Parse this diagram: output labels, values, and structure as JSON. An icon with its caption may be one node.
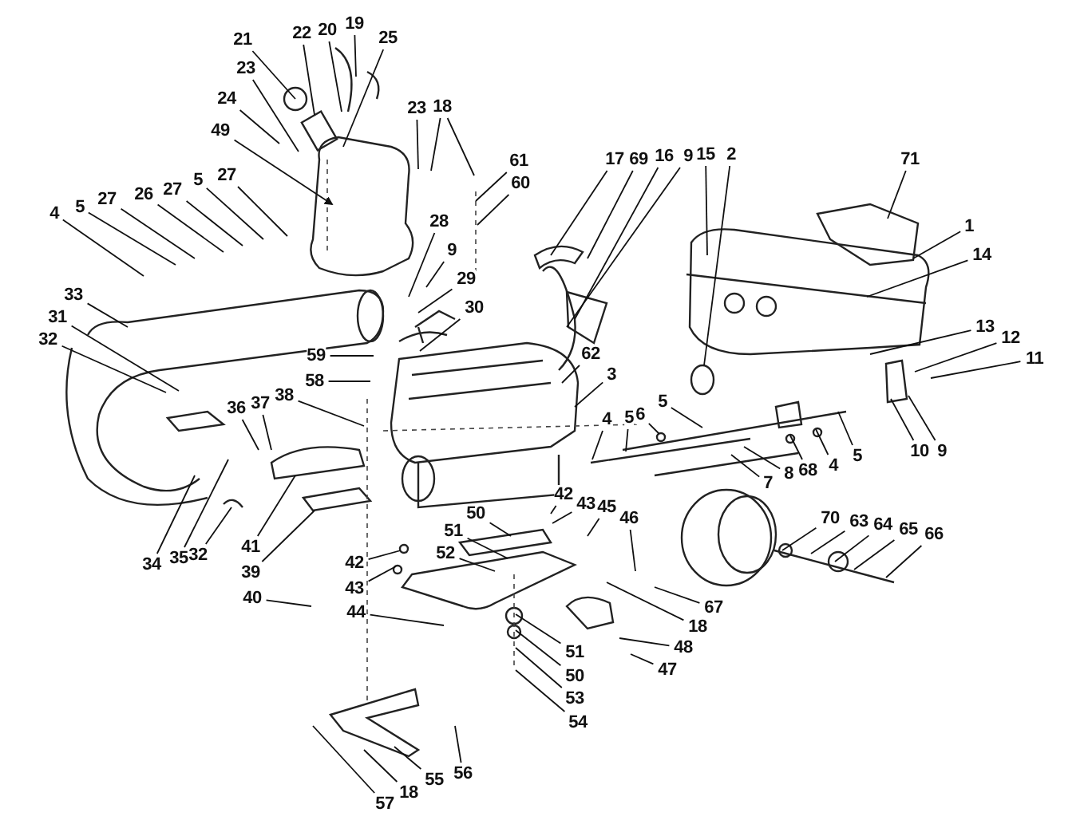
{
  "diagram": {
    "nodes": [
      {
        "text": [
          "21"
        ]
      },
      {
        "text": [
          "22"
        ]
      },
      {
        "text": [
          "20"
        ]
      },
      {
        "text": [
          "19"
        ]
      },
      {
        "text": [
          "25"
        ]
      },
      {
        "text": [
          "23"
        ]
      },
      {
        "text": [
          "23"
        ]
      },
      {
        "text": [
          "18"
        ]
      },
      {
        "text": [
          "24"
        ]
      },
      {
        "text": [
          "49"
        ]
      },
      {
        "text": [
          "61"
        ]
      },
      {
        "text": [
          "60"
        ]
      },
      {
        "text": [
          "27"
        ]
      },
      {
        "text": [
          "5"
        ]
      },
      {
        "text": [
          "27"
        ]
      },
      {
        "text": [
          "26"
        ]
      },
      {
        "text": [
          "27"
        ]
      },
      {
        "text": [
          "5"
        ]
      },
      {
        "text": [
          "4"
        ]
      },
      {
        "text": [
          "17"
        ]
      },
      {
        "text": [
          "69"
        ]
      },
      {
        "text": [
          "16"
        ]
      },
      {
        "text": [
          "9"
        ]
      },
      {
        "text": [
          "15"
        ]
      },
      {
        "text": [
          "2"
        ]
      },
      {
        "text": [
          "71"
        ]
      },
      {
        "text": [
          "28"
        ]
      },
      {
        "text": [
          "1"
        ]
      },
      {
        "text": [
          "9"
        ]
      },
      {
        "text": [
          "14"
        ]
      },
      {
        "text": [
          "29"
        ]
      },
      {
        "text": [
          "33"
        ]
      },
      {
        "text": [
          "30"
        ]
      },
      {
        "text": [
          "31"
        ]
      },
      {
        "text": [
          "13"
        ]
      },
      {
        "text": [
          "12"
        ]
      },
      {
        "text": [
          "32"
        ]
      },
      {
        "text": [
          "59"
        ]
      },
      {
        "text": [
          "62"
        ]
      },
      {
        "text": [
          "11"
        ]
      },
      {
        "text": [
          "3"
        ]
      },
      {
        "text": [
          "58"
        ]
      },
      {
        "text": [
          "38"
        ]
      },
      {
        "text": [
          "37"
        ]
      },
      {
        "text": [
          "36"
        ]
      },
      {
        "text": [
          "5"
        ]
      },
      {
        "text": [
          "6"
        ]
      },
      {
        "text": [
          "5"
        ]
      },
      {
        "text": [
          "4"
        ]
      },
      {
        "text": [
          "10"
        ]
      },
      {
        "text": [
          "9"
        ]
      },
      {
        "text": [
          "5"
        ]
      },
      {
        "text": [
          "4"
        ]
      },
      {
        "text": [
          "68"
        ]
      },
      {
        "text": [
          "8"
        ]
      },
      {
        "text": [
          "7"
        ]
      },
      {
        "text": [
          "42"
        ]
      },
      {
        "text": [
          "43"
        ]
      },
      {
        "text": [
          "45"
        ]
      },
      {
        "text": [
          "46"
        ]
      },
      {
        "text": [
          "50"
        ]
      },
      {
        "text": [
          "70"
        ]
      },
      {
        "text": [
          "63"
        ]
      },
      {
        "text": [
          "64"
        ]
      },
      {
        "text": [
          "65"
        ]
      },
      {
        "text": [
          "66"
        ]
      },
      {
        "text": [
          "51"
        ]
      },
      {
        "text": [
          "52"
        ]
      },
      {
        "text": [
          "41"
        ]
      },
      {
        "text": [
          "32"
        ]
      },
      {
        "text": [
          "35"
        ]
      },
      {
        "text": [
          "42"
        ]
      },
      {
        "text": [
          "34"
        ]
      },
      {
        "text": [
          "39"
        ]
      },
      {
        "text": [
          "43"
        ]
      },
      {
        "text": [
          "40"
        ]
      },
      {
        "text": [
          "67"
        ]
      },
      {
        "text": [
          "44"
        ]
      },
      {
        "text": [
          "18"
        ]
      },
      {
        "text": [
          "48"
        ]
      },
      {
        "text": [
          "51"
        ]
      },
      {
        "text": [
          "47"
        ]
      },
      {
        "text": [
          "50"
        ]
      },
      {
        "text": [
          "53"
        ]
      },
      {
        "text": [
          "54"
        ]
      },
      {
        "text": [
          "56"
        ]
      },
      {
        "text": [
          "55"
        ]
      },
      {
        "text": [
          "18"
        ]
      },
      {
        "text": [
          "57"
        ]
      }
    ],
    "edges": [
      {
        "from": 0,
        "to": null,
        "arrow": "none"
      },
      {
        "from": 1,
        "to": null,
        "arrow": "none"
      },
      {
        "from": 2,
        "to": null,
        "arrow": "none"
      },
      {
        "from": 3,
        "to": null,
        "arrow": "none"
      },
      {
        "from": 4,
        "to": null,
        "arrow": "none"
      },
      {
        "from": 5,
        "to": null,
        "arrow": "none"
      },
      {
        "from": 6,
        "to": null,
        "arrow": "none"
      },
      {
        "from": 7,
        "to": null,
        "arrow": "none"
      },
      {
        "from": 7,
        "to": null,
        "arrow": "none"
      },
      {
        "from": 8,
        "to": null,
        "arrow": "none"
      },
      {
        "from": 9,
        "to": null,
        "arrow": "to"
      },
      {
        "from": 10,
        "to": null,
        "arrow": "none"
      },
      {
        "from": 11,
        "to": null,
        "arrow": "none"
      },
      {
        "from": 12,
        "to": null,
        "arrow": "none"
      },
      {
        "from": 13,
        "to": null,
        "arrow": "none"
      },
      {
        "from": 14,
        "to": null,
        "arrow": "none"
      },
      {
        "from": 15,
        "to": null,
        "arrow": "none"
      },
      {
        "from": 16,
        "to": null,
        "arrow": "none"
      },
      {
        "from": 17,
        "to": null,
        "arrow": "none"
      },
      {
        "from": 18,
        "to": null,
        "arrow": "none"
      },
      {
        "from": 19,
        "to": null,
        "arrow": "none"
      },
      {
        "from": 20,
        "to": null,
        "arrow": "none"
      },
      {
        "from": 21,
        "to": null,
        "arrow": "none"
      },
      {
        "from": 22,
        "to": null,
        "arrow": "none"
      },
      {
        "from": 23,
        "to": null,
        "arrow": "none"
      },
      {
        "from": 24,
        "to": null,
        "arrow": "none"
      },
      {
        "from": 25,
        "to": null,
        "arrow": "none"
      },
      {
        "from": 26,
        "to": null,
        "arrow": "none"
      },
      {
        "from": 27,
        "to": null,
        "arrow": "none"
      },
      {
        "from": 28,
        "to": null,
        "arrow": "none"
      },
      {
        "from": 29,
        "to": null,
        "arrow": "none"
      },
      {
        "from": 30,
        "to": null,
        "arrow": "none"
      },
      {
        "from": 31,
        "to": null,
        "arrow": "none"
      },
      {
        "from": 32,
        "to": null,
        "arrow": "none"
      },
      {
        "from": 33,
        "to": null,
        "arrow": "none"
      },
      {
        "from": 34,
        "to": null,
        "arrow": "none"
      },
      {
        "from": 35,
        "to": null,
        "arrow": "none"
      },
      {
        "from": 36,
        "to": null,
        "arrow": "none"
      },
      {
        "from": 37,
        "to": null,
        "arrow": "none"
      },
      {
        "from": 38,
        "to": null,
        "arrow": "none"
      },
      {
        "from": 39,
        "to": null,
        "arrow": "none"
      },
      {
        "from": 40,
        "to": null,
        "arrow": "none"
      },
      {
        "from": 41,
        "to": null,
        "arrow": "none"
      },
      {
        "from": 42,
        "to": null,
        "arrow": "none"
      },
      {
        "from": 43,
        "to": null,
        "arrow": "none"
      },
      {
        "from": 44,
        "to": null,
        "arrow": "none"
      },
      {
        "from": 45,
        "to": null,
        "arrow": "none"
      },
      {
        "from": 46,
        "to": null,
        "arrow": "none"
      },
      {
        "from": 47,
        "to": null,
        "arrow": "none"
      },
      {
        "from": 48,
        "to": null,
        "arrow": "none"
      },
      {
        "from": 49,
        "to": null,
        "arrow": "none"
      },
      {
        "from": 50,
        "to": null,
        "arrow": "none"
      },
      {
        "from": 51,
        "to": null,
        "arrow": "none"
      },
      {
        "from": 52,
        "to": null,
        "arrow": "none"
      },
      {
        "from": 53,
        "to": null,
        "arrow": "none"
      },
      {
        "from": 54,
        "to": null,
        "arrow": "none"
      },
      {
        "from": 55,
        "to": null,
        "arrow": "none"
      },
      {
        "from": 56,
        "to": null,
        "arrow": "none"
      },
      {
        "from": 57,
        "to": null,
        "arrow": "none"
      },
      {
        "from": 58,
        "to": null,
        "arrow": "none"
      },
      {
        "from": 59,
        "to": null,
        "arrow": "none"
      },
      {
        "from": 60,
        "to": null,
        "arrow": "none"
      },
      {
        "from": 61,
        "to": null,
        "arrow": "none"
      },
      {
        "from": 62,
        "to": null,
        "arrow": "none"
      },
      {
        "from": 63,
        "to": null,
        "arrow": "none"
      },
      {
        "from": 64,
        "to": null,
        "arrow": "none"
      },
      {
        "from": 65,
        "to": null,
        "arrow": "none"
      },
      {
        "from": 66,
        "to": null,
        "arrow": "none"
      },
      {
        "from": 67,
        "to": null,
        "arrow": "none"
      },
      {
        "from": 68,
        "to": null,
        "arrow": "none"
      },
      {
        "from": 69,
        "to": null,
        "arrow": "none"
      },
      {
        "from": 70,
        "to": null,
        "arrow": "none"
      },
      {
        "from": 71,
        "to": null,
        "arrow": "none"
      },
      {
        "from": 72,
        "to": null,
        "arrow": "none"
      },
      {
        "from": 73,
        "to": null,
        "arrow": "none"
      },
      {
        "from": 74,
        "to": null,
        "arrow": "none"
      },
      {
        "from": 75,
        "to": null,
        "arrow": "none"
      },
      {
        "from": 76,
        "to": null,
        "arrow": "none"
      },
      {
        "from": 77,
        "to": null,
        "arrow": "none"
      },
      {
        "from": 78,
        "to": null,
        "arrow": "none"
      },
      {
        "from": 79,
        "to": null,
        "arrow": "none"
      },
      {
        "from": 80,
        "to": null,
        "arrow": "none"
      },
      {
        "from": 81,
        "to": null,
        "arrow": "none"
      },
      {
        "from": 82,
        "to": null,
        "arrow": "none"
      },
      {
        "from": 83,
        "to": null,
        "arrow": "none"
      },
      {
        "from": 84,
        "to": null,
        "arrow": "none"
      },
      {
        "from": 85,
        "to": null,
        "arrow": "none"
      },
      {
        "from": 86,
        "to": null,
        "arrow": "none"
      },
      {
        "from": 87,
        "to": null,
        "arrow": "none"
      },
      {
        "from": 88,
        "to": null,
        "arrow": "none"
      }
    ]
  }
}
